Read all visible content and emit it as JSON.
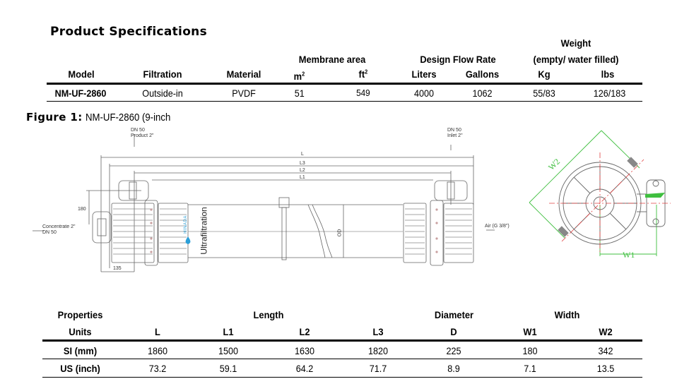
{
  "specs": {
    "title": "Product Specifications",
    "group_headers": {
      "membrane_area": "Membrane area",
      "design_flow_rate": "Design Flow Rate",
      "weight_line1": "Weight",
      "weight_line2": "(empty/ water filled)"
    },
    "columns": {
      "model": "Model",
      "filtration": "Filtration",
      "material": "Material",
      "m2": "m",
      "m2_sup": "2",
      "ft2": "ft",
      "ft2_sup": "2",
      "liters": "Liters",
      "gallons": "Gallons",
      "kg": "Kg",
      "lbs": "lbs"
    },
    "row": {
      "model": "NM-UF-2860",
      "filtration": "Outside-in",
      "material": "PVDF",
      "m2": "51",
      "ft2": "549",
      "liters": "4000",
      "gallons": "1062",
      "kg": "55/83",
      "lbs": "126/183"
    }
  },
  "figure": {
    "caption_bold": "Figure 1:",
    "caption_text": "NM-UF-2860 (9-inch",
    "labels": {
      "product_port": [
        "DN 50",
        "Product 2\""
      ],
      "inlet_port": [
        "DN 50",
        "Inlet 2\""
      ],
      "concentrate_port": [
        "Concentrate 2\"",
        "DN 50"
      ],
      "air_port": "Air (G 3/8\")",
      "dim_180": "180",
      "dim_135": "135",
      "dim_L": "L",
      "dim_L3": "L3",
      "dim_L2": "L2",
      "dim_L1": "L1",
      "dim_OD": "OD",
      "brand": "HINADA",
      "module_text": "Ultrafiltration",
      "w1": "W1",
      "w2": "W2"
    },
    "colors": {
      "line": "#555555",
      "dimension_green": "#3fbf3f",
      "centerline_red": "#e04040",
      "brand_blue": "#2a9fd8"
    }
  },
  "dims": {
    "group_headers": {
      "properties": "Properties",
      "length": "Length",
      "diameter": "Diameter",
      "width": "Width"
    },
    "columns": [
      "Units",
      "L",
      "L1",
      "L2",
      "L3",
      "D",
      "W1",
      "W2"
    ],
    "rows": [
      {
        "unit": "SI (mm)",
        "values": [
          "1860",
          "1500",
          "1630",
          "1820",
          "225",
          "180",
          "342"
        ]
      },
      {
        "unit": "US (inch)",
        "values": [
          "73.2",
          "59.1",
          "64.2",
          "71.7",
          "8.9",
          "7.1",
          "13.5"
        ]
      }
    ]
  }
}
